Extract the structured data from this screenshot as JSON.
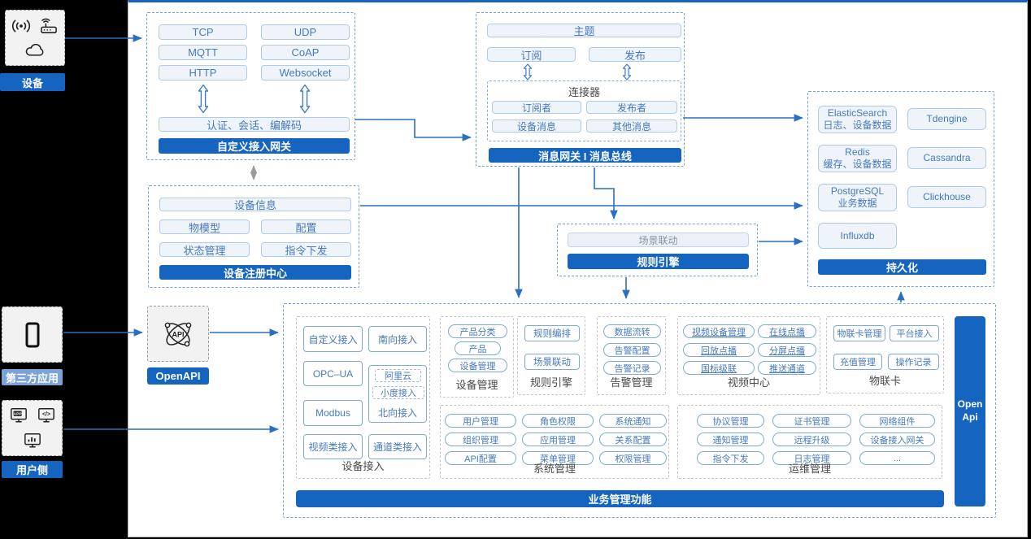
{
  "left_rail": {
    "device": {
      "label": "设备"
    },
    "third_party": {
      "label": "第三方应用"
    },
    "user_side": {
      "label": "用户侧"
    }
  },
  "icons": {
    "api_text": "API",
    "app_text": "APP",
    "code_text": "</>"
  },
  "custom_gateway": {
    "protocols": [
      "TCP",
      "UDP",
      "MQTT",
      "CoAP",
      "HTTP",
      "Websocket"
    ],
    "middleware": "认证、会话、编解码",
    "title": "自定义接入网关"
  },
  "device_registry": {
    "info": "设备信息",
    "items": [
      "物模型",
      "配置",
      "状态管理",
      "指令下发"
    ],
    "title": "设备注册中心"
  },
  "message_gateway": {
    "topic": "主题",
    "subscribe": "订阅",
    "publish": "发布",
    "connector": {
      "title": "连接器",
      "items": [
        "订阅者",
        "发布者",
        "设备消息",
        "其他消息"
      ]
    },
    "title": "消息网关 I 消息总线"
  },
  "persistence": {
    "title": "持久化",
    "stores": [
      {
        "name": "ElasticSearch",
        "desc": "日志、设备数据"
      },
      {
        "name": "Tdengine",
        "desc": ""
      },
      {
        "name": "Redis",
        "desc": "缓存、设备数据"
      },
      {
        "name": "Cassandra",
        "desc": ""
      },
      {
        "name": "PostgreSQL",
        "desc": "业务数据"
      },
      {
        "name": "Clickhouse",
        "desc": ""
      },
      {
        "name": "Influxdb",
        "desc": ""
      }
    ]
  },
  "rule_engine_mid": {
    "scene": "场景联动",
    "title": "规则引擎"
  },
  "open_api": {
    "label": "OpenAPI"
  },
  "business_platform": {
    "footer": "业务管理功能",
    "open_api_bar": "Open Api",
    "device_access": {
      "title": "设备接入",
      "custom": "自定义接入",
      "south": "南向接入",
      "opcua": "OPC–UA",
      "north": {
        "title": "北向接入",
        "aliyun": "阿里云",
        "xiaodu": "小度接入"
      },
      "modbus": "Modbus",
      "video": "视频类接入",
      "channel": "通道类接入"
    },
    "device_mgmt": {
      "title": "设备管理",
      "items": [
        "产品分类",
        "产品",
        "设备管理"
      ]
    },
    "rule_engine": {
      "title": "规则引擎",
      "items": [
        "规则编排",
        "场景联动"
      ]
    },
    "alarm_mgmt": {
      "title": "告警管理",
      "items": [
        "数据流转",
        "告警配置",
        "告警记录"
      ]
    },
    "video_center": {
      "title": "视频中心",
      "items": [
        "视频设备管理",
        "在线点播",
        "回放点播",
        "分屏点播",
        "国标级联",
        "推送通道"
      ]
    },
    "iot_card": {
      "title": "物联卡",
      "items": [
        "物联卡管理",
        "平台接入",
        "充值管理",
        "操作记录"
      ]
    },
    "system_mgmt": {
      "title": "系统管理",
      "items": [
        "用户管理",
        "角色权限",
        "系统通知",
        "组织管理",
        "应用管理",
        "关系配置",
        "API配置",
        "菜单管理",
        "权限管理"
      ]
    },
    "ops_mgmt": {
      "title": "运维管理",
      "items": [
        "协议管理",
        "证书管理",
        "网络组件",
        "通知管理",
        "远程升级",
        "设备接入网关",
        "指令下发",
        "日志管理",
        "..."
      ]
    }
  },
  "colors": {
    "accent": "#1565C0",
    "accent_light_label": "#7BA3D6",
    "button_text": "#4679BE",
    "arrow": "#2A6FC0",
    "dashed_blue": "#74A0D8",
    "dashed_gray": "#C6C6C6"
  }
}
